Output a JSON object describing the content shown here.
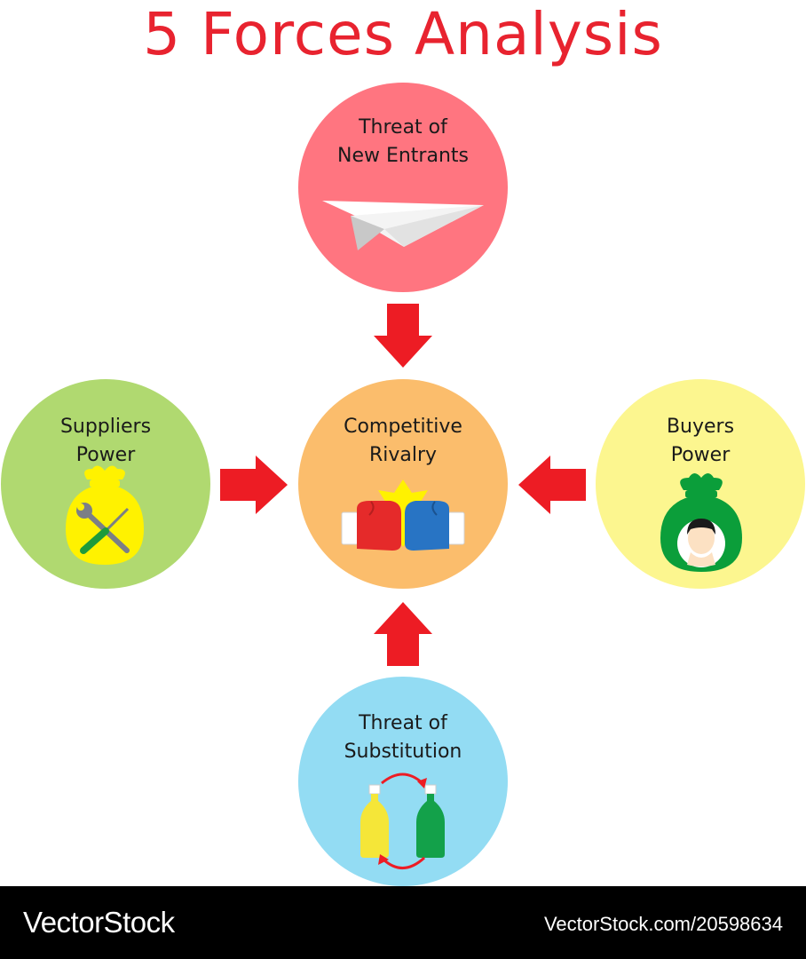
{
  "title": "5 Forces Analysis",
  "colors": {
    "title": "#e8232f",
    "arrow": "#ed1c24",
    "new_entrants": "#ff7580",
    "rivalry": "#fbbd6c",
    "suppliers": "#b0d970",
    "buyers": "#fcf68f",
    "substitution": "#93dcf3"
  },
  "nodes": {
    "new_entrants": {
      "label": "Threat of\nNew Entrants",
      "icon": "paper-plane-icon"
    },
    "rivalry": {
      "label": "Competitive\nRivalry",
      "icon": "boxing-gloves-icon"
    },
    "suppliers": {
      "label": "Suppliers\nPower",
      "icon": "tools-bag-icon"
    },
    "buyers": {
      "label": "Buyers\nPower",
      "icon": "buyer-money-bag-icon"
    },
    "substitution": {
      "label": "Threat of\nSubstitution",
      "icon": "swap-bottles-icon"
    }
  },
  "edges": [
    {
      "from": "new_entrants",
      "to": "rivalry"
    },
    {
      "from": "suppliers",
      "to": "rivalry"
    },
    {
      "from": "buyers",
      "to": "rivalry"
    },
    {
      "from": "substitution",
      "to": "rivalry"
    }
  ],
  "footer": {
    "brand": "VectorStock",
    "image_ref": "VectorStock.com/20598634"
  }
}
